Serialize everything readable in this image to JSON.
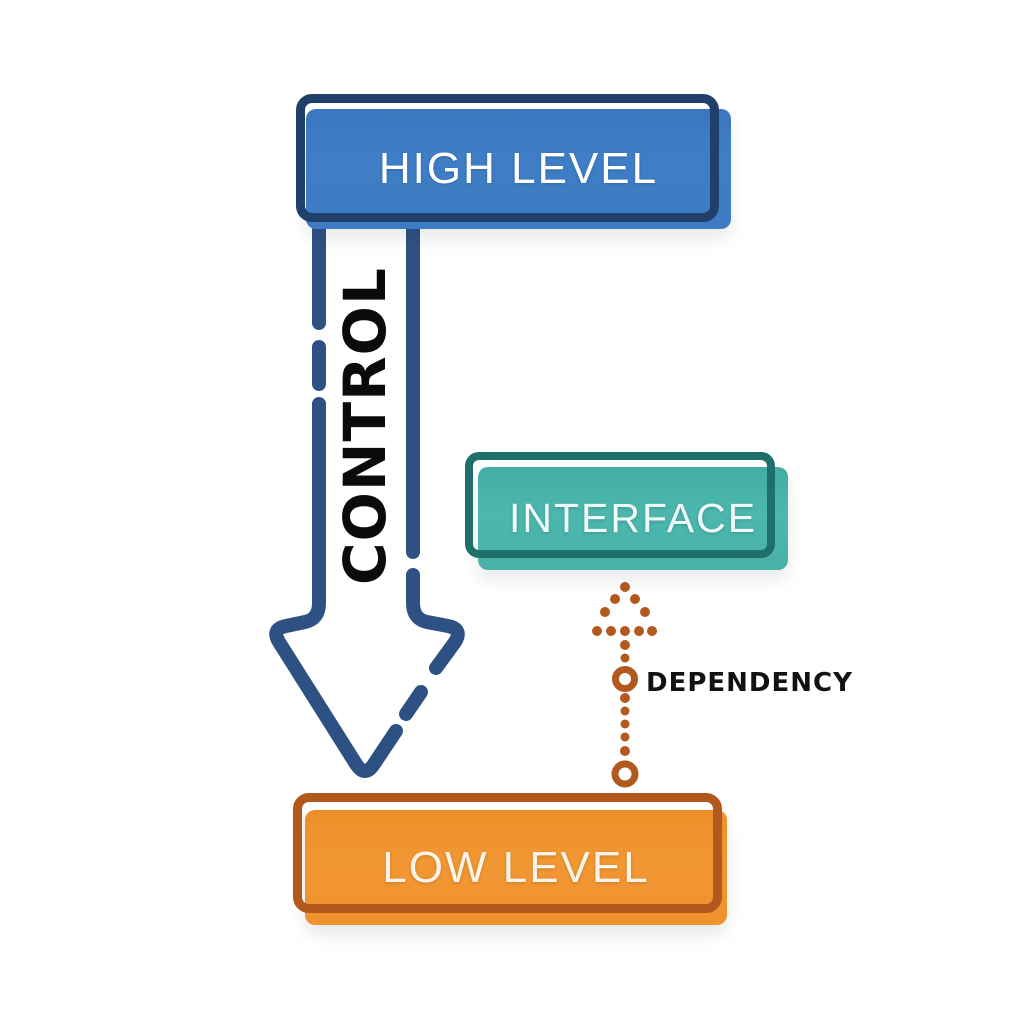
{
  "page": {
    "background": "#ffffff"
  },
  "diagram": {
    "boxes": {
      "high_level": {
        "label": "HIGH LEVEL",
        "fill": "#3d7cc2",
        "outline": "#20406a",
        "text_color": "#ffffff"
      },
      "interface": {
        "label": "INTERFACE",
        "fill": "#48b2a9",
        "outline": "#1f6f6a",
        "text_color": "#eefaf8"
      },
      "low_level": {
        "label": "LOW LEVEL",
        "fill": "#f0922e",
        "outline": "#b2581c",
        "text_color": "#fdf4e7"
      }
    },
    "arrows": {
      "control": {
        "label": "CONTROL",
        "color": "#2d5183",
        "style": "dashed hollow arrow",
        "direction": "down"
      },
      "dependency": {
        "label": "DEPENDENCY",
        "color": "#b2591e",
        "style": "dotted arrow with ring nodes",
        "direction": "up"
      }
    }
  }
}
